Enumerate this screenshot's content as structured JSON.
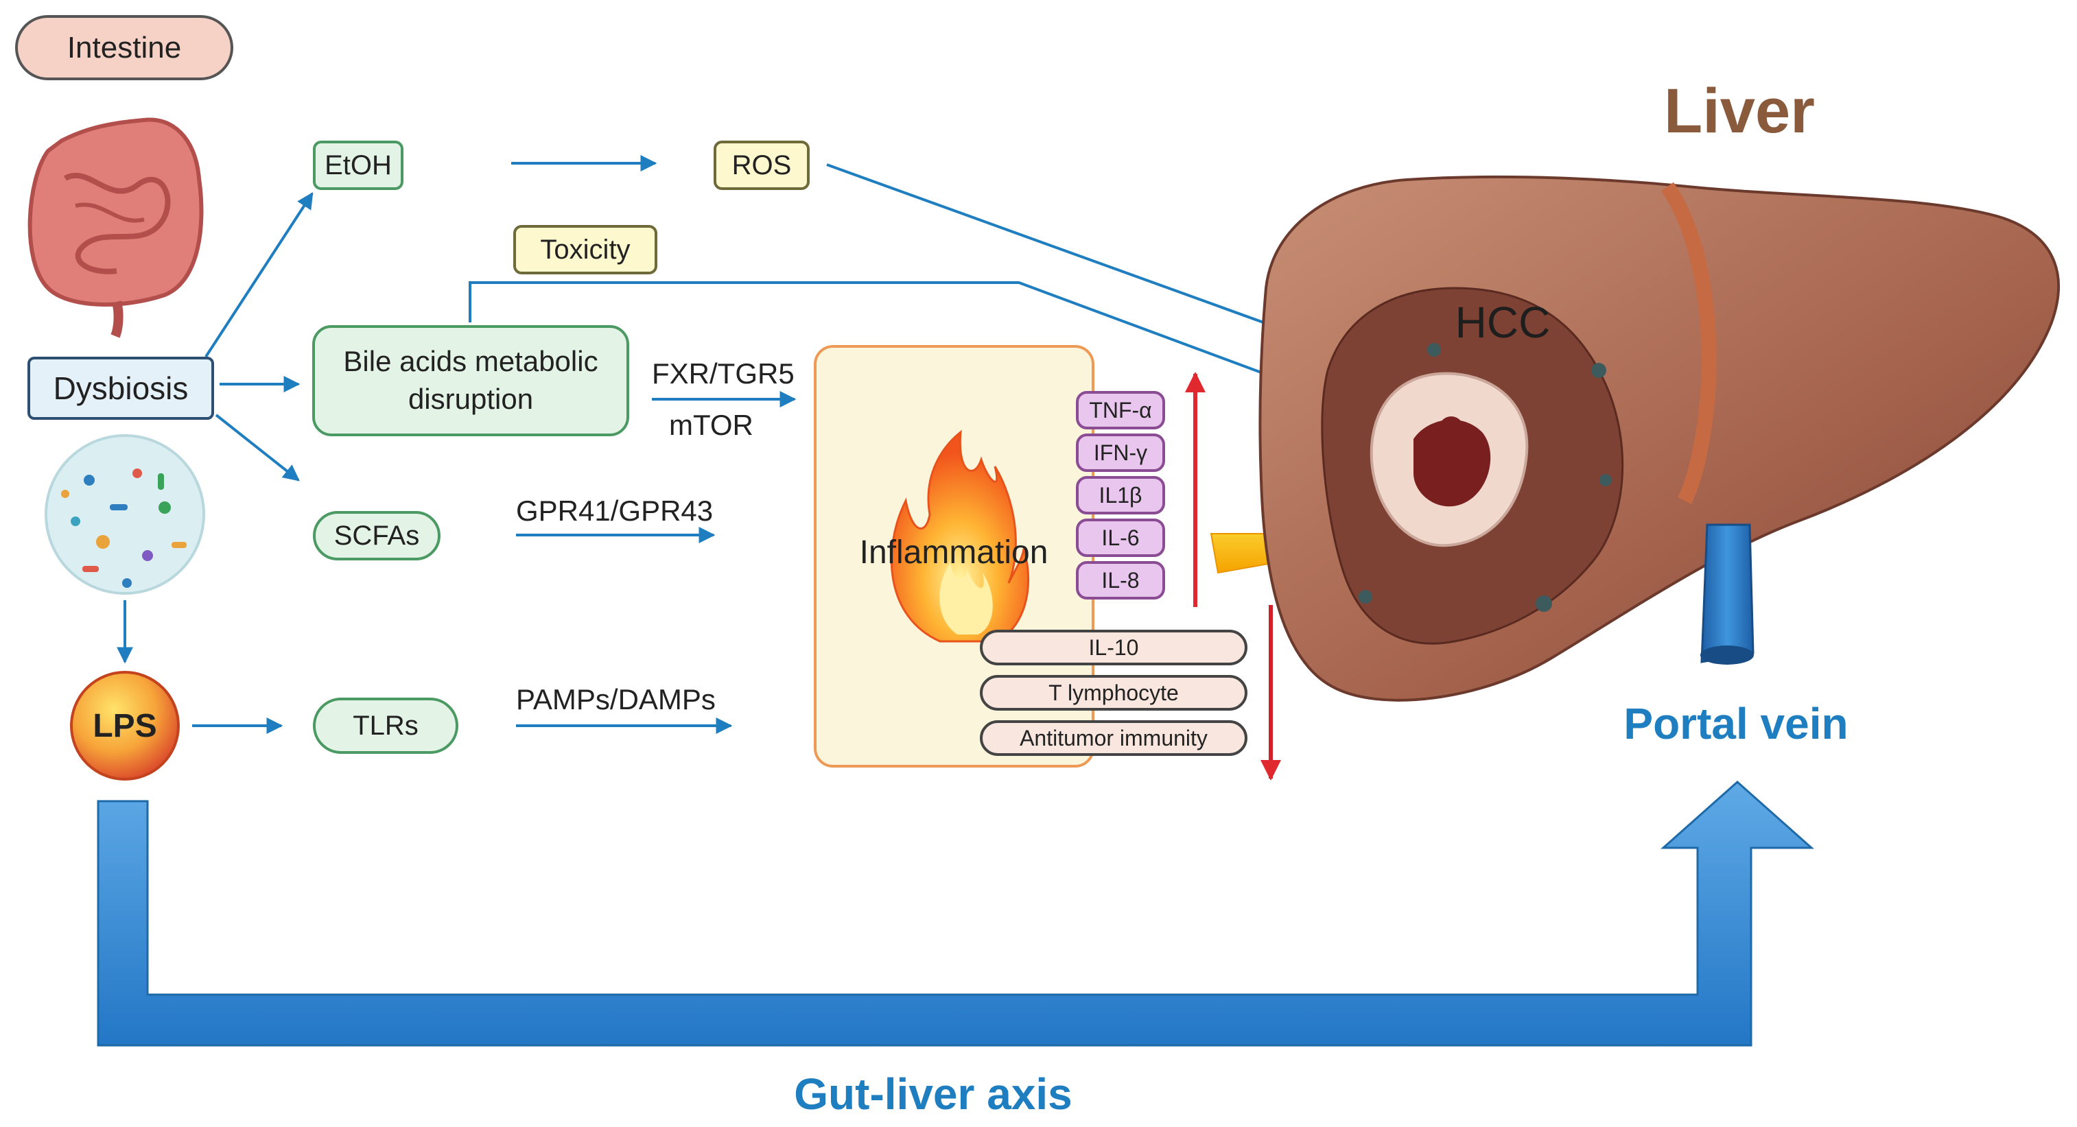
{
  "labels": {
    "intestine": "Intestine",
    "liver": "Liver",
    "hcc": "HCC",
    "dysbiosis": "Dysbiosis",
    "etoh": "EtOH",
    "ros": "ROS",
    "toxicity": "Toxicity",
    "bile_acids": "Bile acids metabolic disruption",
    "fxr_tgr5": "FXR/TGR5",
    "mtor": "mTOR",
    "scfas": "SCFAs",
    "gpr": "GPR41/GPR43",
    "lps": "LPS",
    "tlrs": "TLRs",
    "pamps": "PAMPs/DAMPs",
    "inflammation": "Inflammation",
    "portal_vein": "Portal vein",
    "gut_liver_axis": "Gut-liver axis"
  },
  "upregulated": [
    "TNF-α",
    "IFN-γ",
    "IL1β",
    "IL-6",
    "IL-8"
  ],
  "downregulated": [
    "IL-10",
    "T lymphocyte",
    "Antitumor immunity"
  ],
  "colors": {
    "arrow_blue": "#1f7ec0",
    "green_border": "#4c9a63",
    "up_arrow": "#e0282f",
    "down_arrow": "#d0202a",
    "liver_title": "#8a5a3c",
    "label_blue": "#1f7ec0"
  }
}
